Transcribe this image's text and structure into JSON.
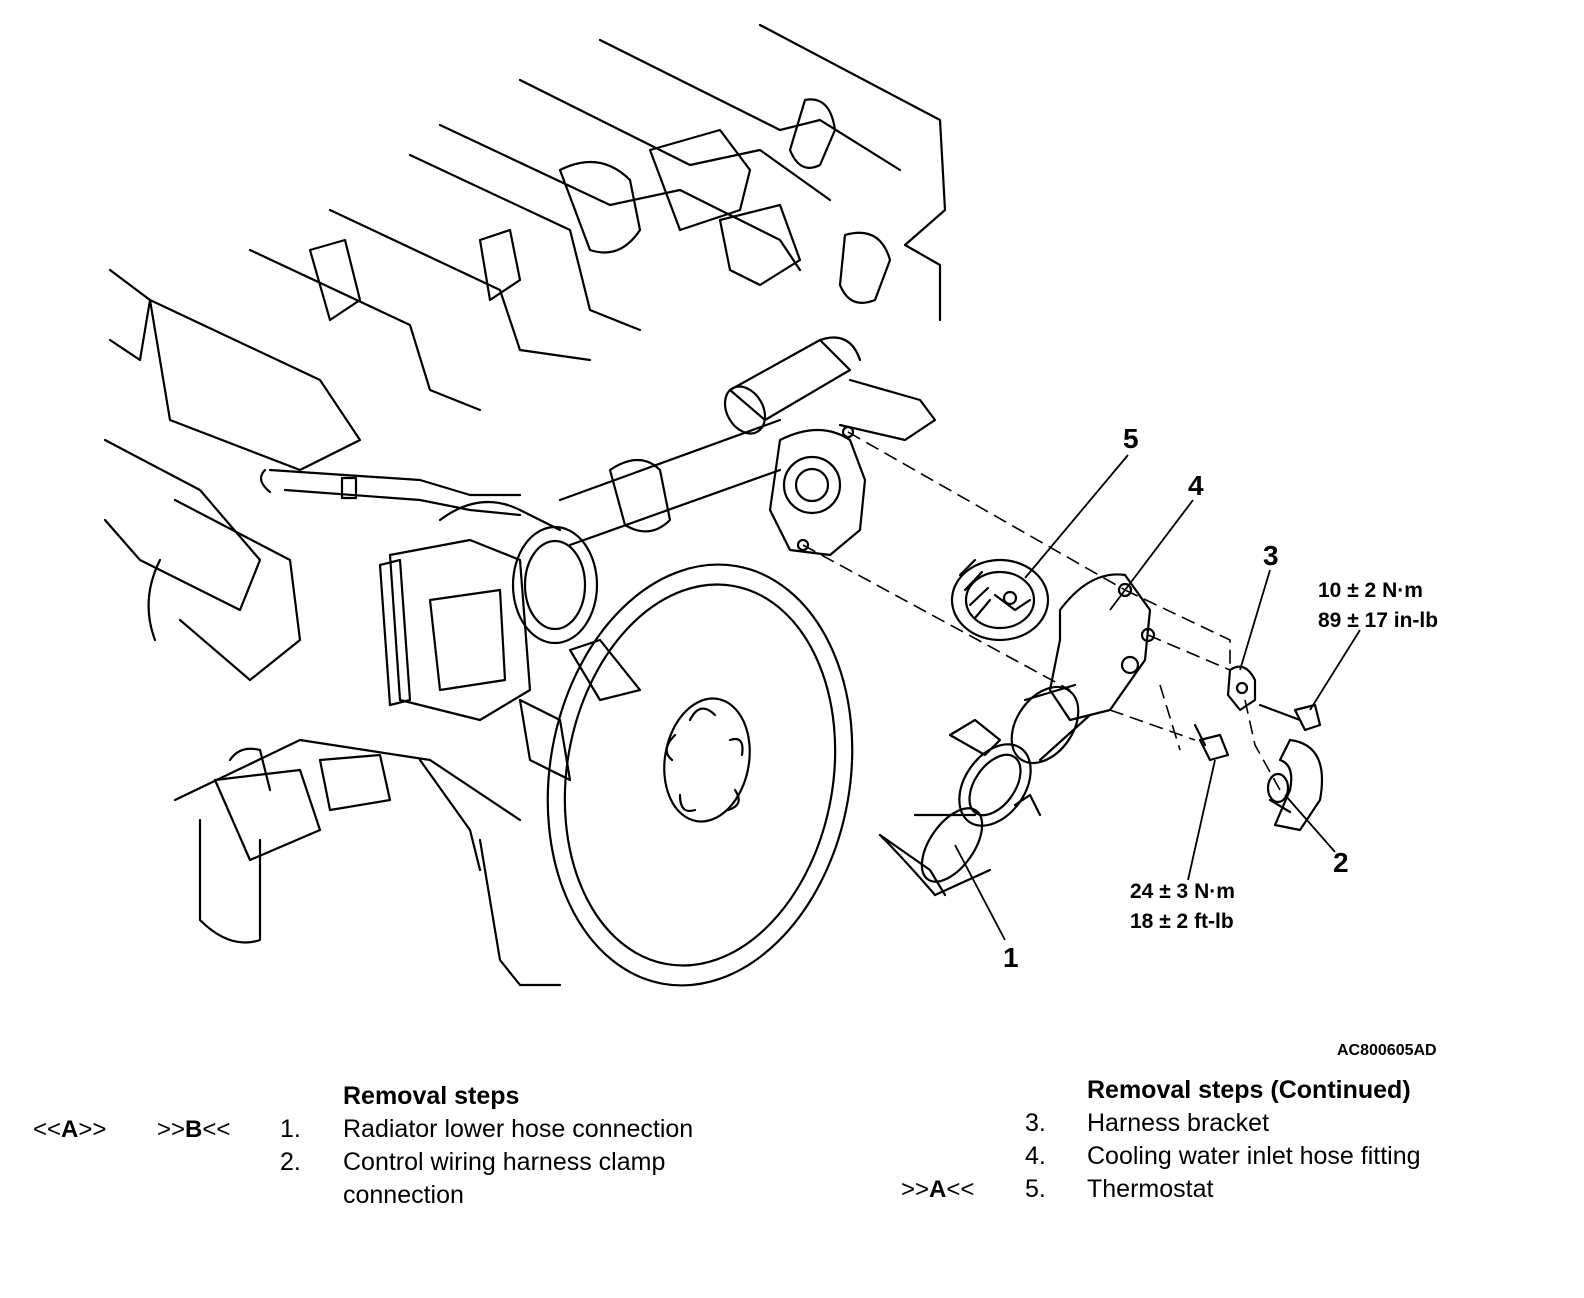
{
  "diagram": {
    "callouts": [
      "1",
      "2",
      "3",
      "4",
      "5"
    ],
    "torque_upper": {
      "line1": "10 ± 2 N·m",
      "line2": "89 ± 17 in-lb"
    },
    "torque_lower": {
      "line1": "24 ± 3 N·m",
      "line2": "18 ± 2 ft-lb"
    },
    "figure_code": "AC800605AD"
  },
  "steps_left": {
    "heading": "Removal steps",
    "items": [
      {
        "mark_a_pre": "<<",
        "mark_a_letter": "A",
        "mark_a_post": ">>",
        "mark_b_pre": ">>",
        "mark_b_letter": "B",
        "mark_b_post": "<<",
        "num": "1.",
        "text": "Radiator lower hose connection"
      },
      {
        "num": "2.",
        "text": "Control wiring harness clamp",
        "text2": "connection"
      }
    ]
  },
  "steps_right": {
    "heading": "Removal steps (Continued)",
    "items": [
      {
        "num": "3.",
        "text": "Harness bracket"
      },
      {
        "num": "4.",
        "text": "Cooling water inlet hose fitting"
      },
      {
        "mark_pre": ">>",
        "mark_letter": "A",
        "mark_post": "<<",
        "num": "5.",
        "text": "Thermostat"
      }
    ]
  }
}
